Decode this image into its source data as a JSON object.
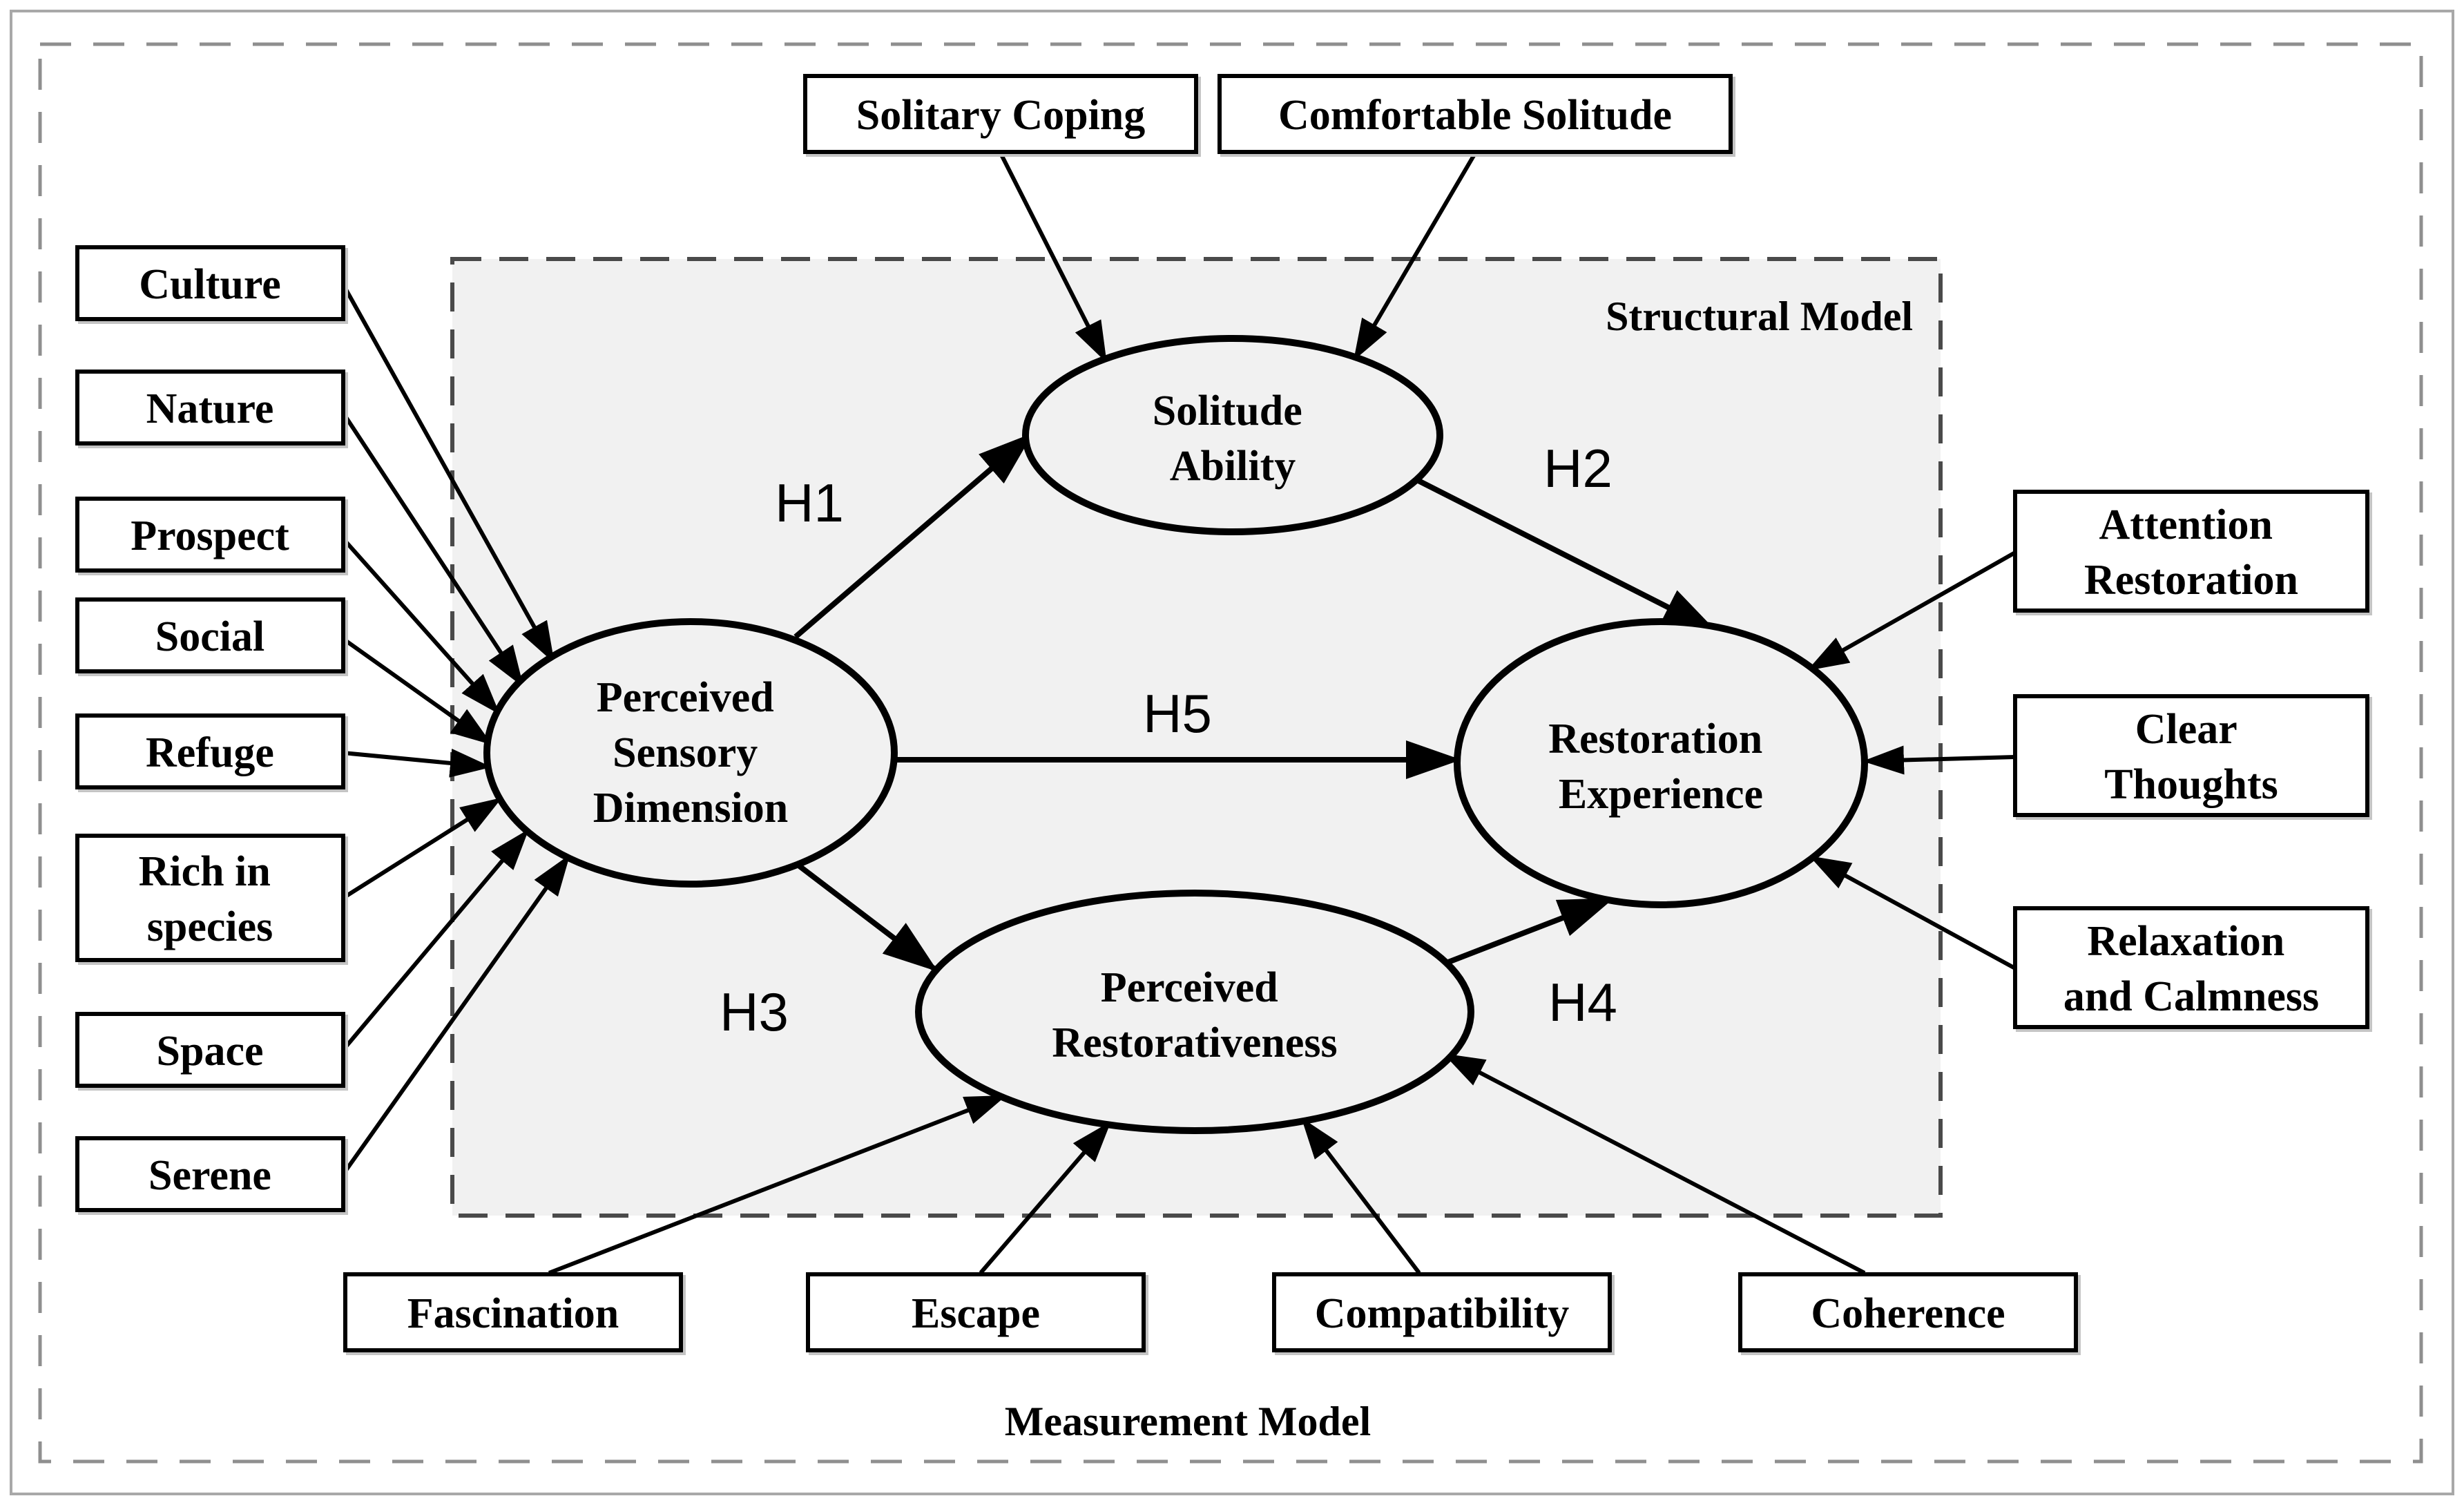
{
  "figure": {
    "type": "sem-path-diagram",
    "background": "#ffffff",
    "structural_box_fill": "#f1f1f1",
    "outer_dash_color": "#8f8f8f",
    "inner_dash_color": "#4a4a4a",
    "line_color": "#000000"
  },
  "regions": {
    "structural_label": "Structural Model",
    "measurement_label": "Measurement Model"
  },
  "latents": {
    "psd": {
      "lines": [
        "Perceived",
        "Sensory",
        "Dimension"
      ]
    },
    "sa": {
      "lines": [
        "Solitude",
        "Ability"
      ]
    },
    "re": {
      "lines": [
        "Restoration",
        "Experience"
      ]
    },
    "pr": {
      "lines": [
        "Perceived",
        "Restorativeness"
      ]
    }
  },
  "indicators": {
    "culture": {
      "label": "Culture"
    },
    "nature": {
      "label": "Nature"
    },
    "prospect": {
      "label": "Prospect"
    },
    "social": {
      "label": "Social"
    },
    "refuge": {
      "label": "Refuge"
    },
    "rich": {
      "lines": [
        "Rich in",
        "species"
      ]
    },
    "space": {
      "label": "Space"
    },
    "serene": {
      "label": "Serene"
    },
    "solitary_coping": {
      "label": "Solitary Coping"
    },
    "comfortable_solitude": {
      "label": "Comfortable Solitude"
    },
    "attention": {
      "lines": [
        "Attention",
        "Restoration"
      ]
    },
    "clear": {
      "lines": [
        "Clear",
        "Thoughts"
      ]
    },
    "relaxation": {
      "lines": [
        "Relaxation",
        "and Calmness"
      ]
    },
    "fascination": {
      "label": "Fascination"
    },
    "escape": {
      "label": "Escape"
    },
    "compatibility": {
      "label": "Compatibility"
    },
    "coherence": {
      "label": "Coherence"
    }
  },
  "hypotheses": {
    "h1": "H1",
    "h2": "H2",
    "h3": "H3",
    "h4": "H4",
    "h5": "H5"
  }
}
